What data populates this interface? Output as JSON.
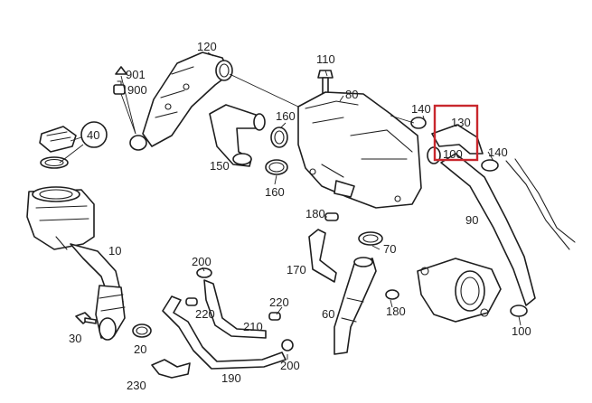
{
  "diagram": {
    "highlight_color": "#c8272d",
    "line_color": "#1e1e1e",
    "background": "#ffffff",
    "highlighted_part": "130",
    "labels": [
      {
        "id": "l10",
        "text": "10"
      },
      {
        "id": "l20",
        "text": "20"
      },
      {
        "id": "l30",
        "text": "30"
      },
      {
        "id": "l40",
        "text": "40"
      },
      {
        "id": "l60",
        "text": "60"
      },
      {
        "id": "l70",
        "text": "70"
      },
      {
        "id": "l80",
        "text": "80"
      },
      {
        "id": "l90",
        "text": "90"
      },
      {
        "id": "l100a",
        "text": "100"
      },
      {
        "id": "l100b",
        "text": "100"
      },
      {
        "id": "l110",
        "text": "110"
      },
      {
        "id": "l120",
        "text": "120"
      },
      {
        "id": "l130",
        "text": "130"
      },
      {
        "id": "l140a",
        "text": "140"
      },
      {
        "id": "l140b",
        "text": "140"
      },
      {
        "id": "l150",
        "text": "150"
      },
      {
        "id": "l160a",
        "text": "160"
      },
      {
        "id": "l160b",
        "text": "160"
      },
      {
        "id": "l170",
        "text": "170"
      },
      {
        "id": "l180a",
        "text": "180"
      },
      {
        "id": "l180b",
        "text": "180"
      },
      {
        "id": "l190",
        "text": "190"
      },
      {
        "id": "l200a",
        "text": "200"
      },
      {
        "id": "l200b",
        "text": "200"
      },
      {
        "id": "l210",
        "text": "210"
      },
      {
        "id": "l220a",
        "text": "220"
      },
      {
        "id": "l220b",
        "text": "220"
      },
      {
        "id": "l230",
        "text": "230"
      },
      {
        "id": "l900",
        "text": "900"
      },
      {
        "id": "l901",
        "text": "901"
      }
    ]
  }
}
